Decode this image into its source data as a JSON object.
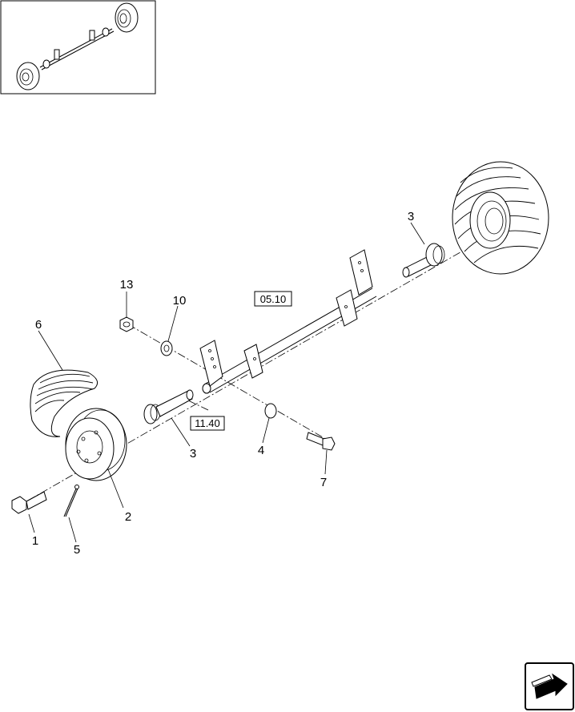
{
  "callouts": {
    "c1": "1",
    "c2": "2",
    "c3a": "3",
    "c3b": "3",
    "c4": "4",
    "c5": "5",
    "c6": "6",
    "c7": "7",
    "c10": "10",
    "c13": "13"
  },
  "references": {
    "ref_0510": "05.10",
    "ref_1140": "11.40"
  },
  "icons": {
    "nav_arrow": "next-page-arrow-icon"
  }
}
